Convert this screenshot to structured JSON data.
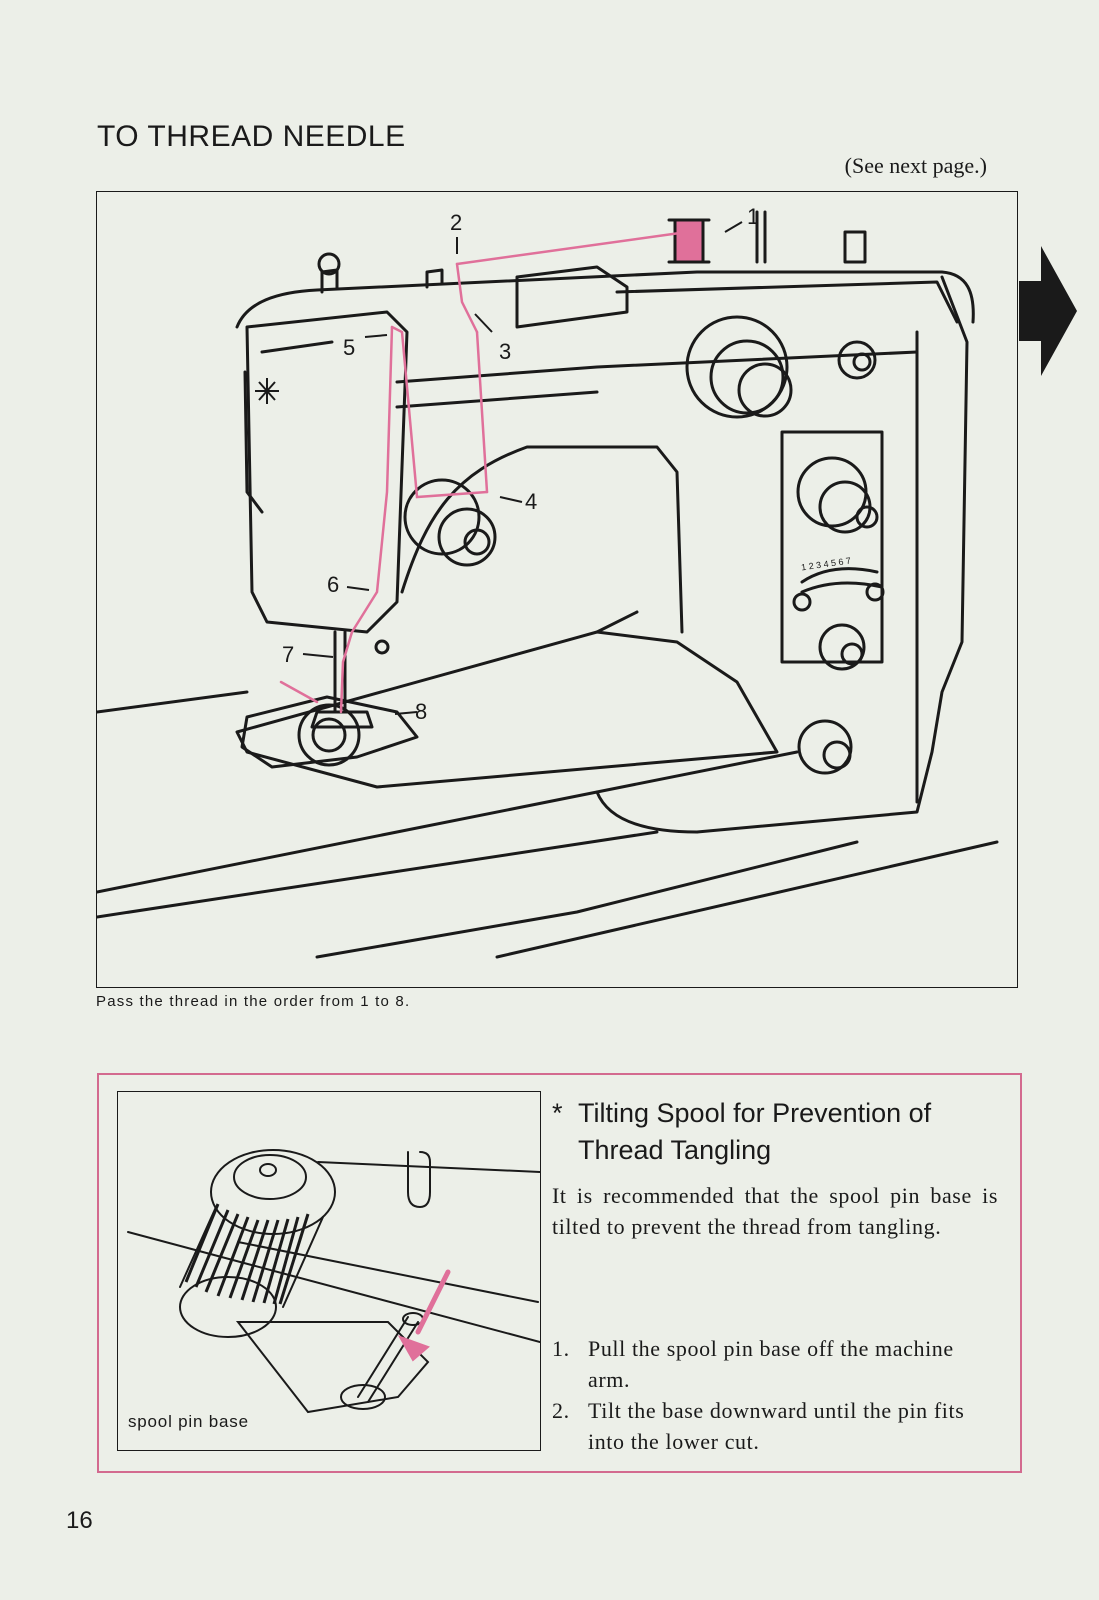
{
  "header": {
    "title": "TO THREAD NEEDLE",
    "see_next": "(See next page.)"
  },
  "figure": {
    "step_labels": [
      "1",
      "2",
      "3",
      "4",
      "5",
      "6",
      "7",
      "8"
    ],
    "caption": "Pass the thread in the order from 1 to 8.",
    "dial_digits": "1 2 3 4 5 6 7"
  },
  "tip": {
    "star": "*",
    "heading": "Tilting Spool for Prevention of Thread Tangling",
    "body": "It is recommended that the spool pin base is tilted to prevent the thread from tangling.",
    "figure_label": "spool pin base",
    "steps": [
      {
        "num": "1.",
        "text": "Pull the spool pin base off the machine arm."
      },
      {
        "num": "2.",
        "text": "Tilt the base downward until the pin fits into the lower cut."
      }
    ]
  },
  "page_number": "16",
  "colors": {
    "thread": "#e0709a",
    "box_border": "#d36a8f",
    "ink": "#1a1a1a",
    "paper": "#ecefe8"
  }
}
